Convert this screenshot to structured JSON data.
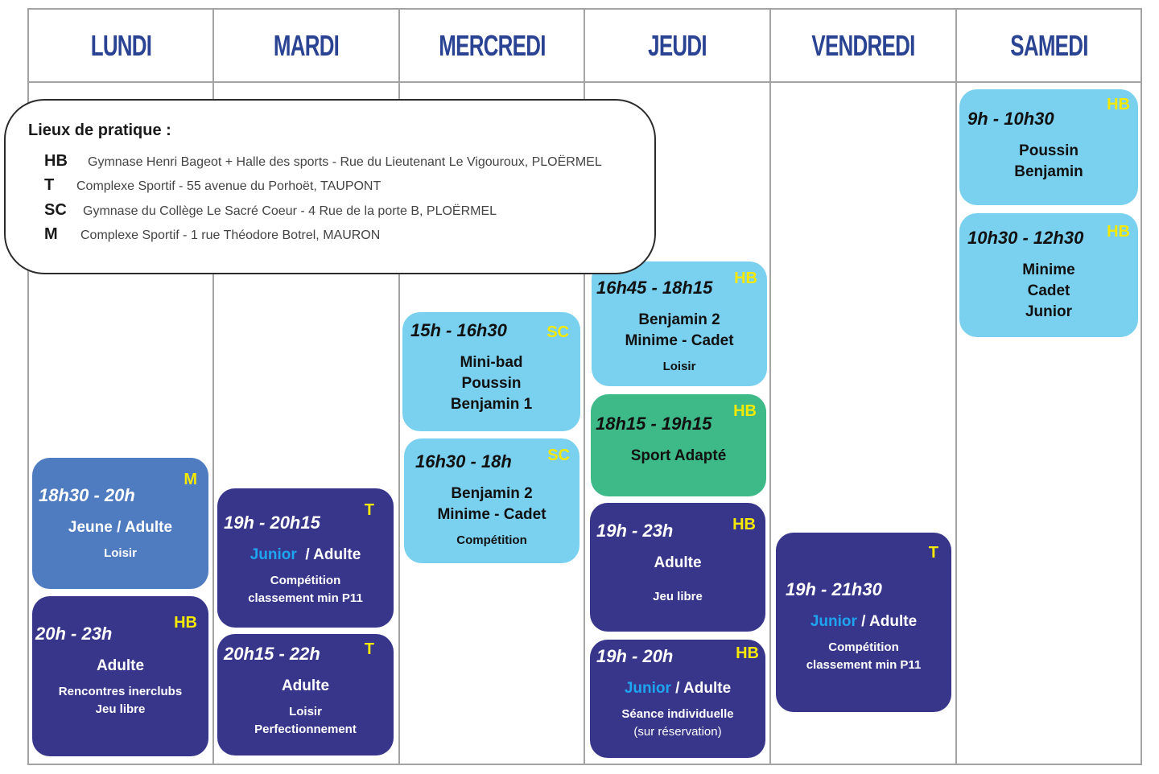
{
  "days": [
    "LUNDI",
    "MARDI",
    "MERCREDI",
    "JEUDI",
    "VENDREDI",
    "SAMEDI"
  ],
  "legend": {
    "title": "Lieux de pratique :",
    "items": [
      {
        "code": "HB",
        "text": "Gymnase Henri Bageot + Halle des sports - Rue du Lieutenant Le Vigouroux, PLOËRMEL"
      },
      {
        "code": "T",
        "text": "Complexe Sportif - 55 avenue du Porhoët, TAUPONT"
      },
      {
        "code": "SC",
        "text": "Gymnase du Collège Le Sacré Coeur - 4 Rue de la porte B, PLOËRMEL"
      },
      {
        "code": "M",
        "text": "Complexe Sportif - 1 rue Théodore Botrel, MAURON"
      }
    ]
  },
  "colors": {
    "header_text": "#2a4393",
    "dark_card": "#38368b",
    "mid_card": "#4f7bc0",
    "light_card": "#7ad0ef",
    "green_card": "#3dba88",
    "location_code": "#f5e900",
    "junior_highlight": "#1ea5f0"
  },
  "sessions": {
    "lundi": [
      {
        "time": "18h30 - 20h",
        "loc": "M",
        "audience": "Jeune / Adulte",
        "detail": [
          "Loisir"
        ]
      },
      {
        "time": "20h - 23h",
        "loc": "HB",
        "audience": "Adulte",
        "detail": [
          "Rencontres inerclubs",
          "Jeu libre"
        ]
      }
    ],
    "mardi": [
      {
        "time": "19h - 20h15",
        "loc": "T",
        "audience_junior": "Junior",
        "audience_rest": " / Adulte",
        "detail": [
          "Compétition",
          "classement min P11"
        ]
      },
      {
        "time": "20h15 - 22h",
        "loc": "T",
        "audience": "Adulte",
        "detail": [
          "Loisir",
          "Perfectionnement"
        ]
      }
    ],
    "mercredi": [
      {
        "time": "15h - 16h30",
        "loc": "SC",
        "audience": [
          "Mini-bad",
          "Poussin",
          "Benjamin 1"
        ]
      },
      {
        "time": "16h30 - 18h",
        "loc": "SC",
        "audience": [
          "Benjamin 2",
          "Minime - Cadet"
        ],
        "detail": [
          "Compétition"
        ]
      }
    ],
    "jeudi": [
      {
        "time": "16h45 - 18h15",
        "loc": "HB",
        "audience": [
          "Benjamin 2",
          "Minime - Cadet"
        ],
        "detail": [
          "Loisir"
        ]
      },
      {
        "time": "18h15 - 19h15",
        "loc": "HB",
        "audience": "Sport Adapté"
      },
      {
        "time": "19h - 23h",
        "loc": "HB",
        "audience": "Adulte",
        "detail": [
          "Jeu libre"
        ]
      },
      {
        "time": "19h - 20h",
        "loc": "HB",
        "audience_junior": "Junior",
        "audience_rest": " / Adulte",
        "detail": [
          "Séance individuelle",
          "(sur réservation)"
        ]
      }
    ],
    "vendredi": [
      {
        "time": "19h - 21h30",
        "loc": "T",
        "audience_junior": "Junior",
        "audience_rest": " / Adulte",
        "detail": [
          "Compétition",
          "classement min P11"
        ]
      }
    ],
    "samedi": [
      {
        "time": "9h - 10h30",
        "loc": "HB",
        "audience": [
          "Poussin",
          "Benjamin"
        ]
      },
      {
        "time": "10h30 - 12h30",
        "loc": "HB",
        "audience": [
          "Minime",
          "Cadet",
          "Junior"
        ]
      }
    ]
  }
}
